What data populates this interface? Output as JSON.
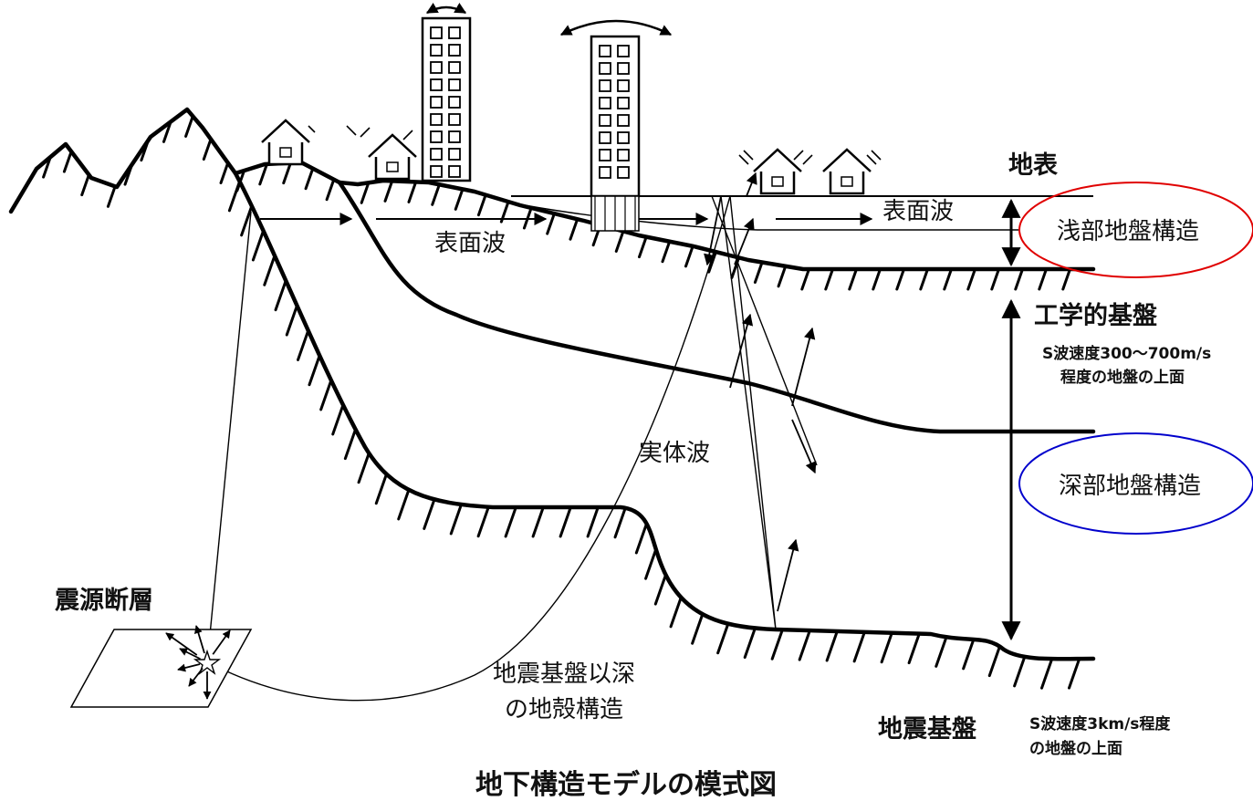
{
  "title": "地下構造モデルの模式図",
  "labels": {
    "ground_surface": "地表",
    "surface_wave_upper": "表面波",
    "surface_wave_left": "表面波",
    "body_wave": "実体波",
    "source_fault": "震源断層",
    "crust_structure_line1": "地震基盤以深",
    "crust_structure_line2": "の地殻構造",
    "seismic_bedrock": "地震基盤",
    "engineering_bedrock": "工学的基盤"
  },
  "notes": {
    "engineering_line1": "S波速度300〜700m/s",
    "engineering_line2": "程度の地盤の上面",
    "seismic_line1": "S波速度3km/s程度",
    "seismic_line2": "の地盤の上面"
  },
  "callouts": {
    "shallow": {
      "text": "浅部地盤構造",
      "color": "#e00000"
    },
    "deep": {
      "text": "深部地盤構造",
      "color": "#0000cc"
    }
  }
}
